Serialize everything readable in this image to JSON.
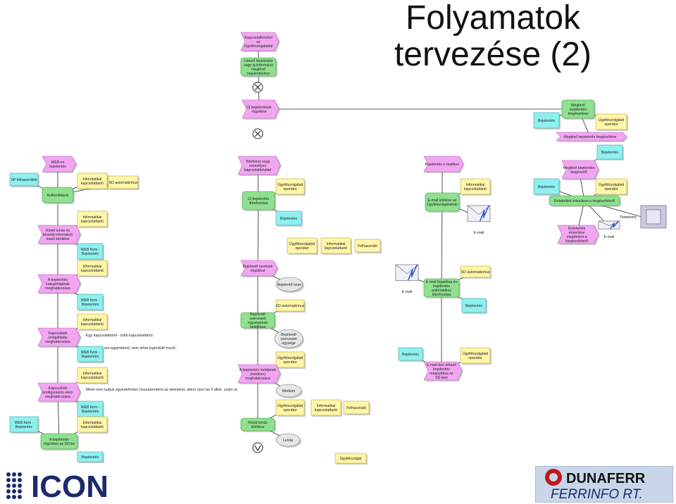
{
  "slide": {
    "title_line1": "Folyamatok",
    "title_line2": "tervezése (2)"
  },
  "logos": {
    "left": "ICON",
    "right_top": "DUNAFERR",
    "right_bottom": "FERRINFO RT."
  },
  "colors": {
    "event": "#f2a6f2",
    "function": "#8fe08f",
    "org": "#fff6a8",
    "doc": "#8ff0f0",
    "info": "#e6e6e6",
    "line": "#2a2a2a"
  },
  "nodes": [
    {
      "id": "e_top",
      "type": "event",
      "label": "Kapcsolatfelvétel az Ügyfélszolgálattal"
    },
    {
      "id": "f_letezo",
      "type": "function",
      "label": "Létező bejelentés vagy új információ meglévő bejelentéshez"
    },
    {
      "id": "e_uj",
      "type": "event",
      "label": "Új bejelentések rögzítése"
    },
    {
      "id": "f_meglevo",
      "type": "function",
      "label": "Meglévő bejelentés kiegészítése"
    },
    {
      "id": "d_bej_r1",
      "type": "doc",
      "label": "Bejelentés"
    },
    {
      "id": "o_ugyf_r1",
      "type": "org",
      "label": "Ügyfélszolgálati operátor"
    },
    {
      "id": "e_meglevo_kieg",
      "type": "event",
      "label": "Meglévő bejelentés kiegészítése"
    },
    {
      "id": "e_web",
      "type": "event",
      "label": "WEB-es bejelentés"
    },
    {
      "id": "o_sp",
      "type": "doc",
      "label": "SP felhasználók"
    },
    {
      "id": "o_info1",
      "type": "org",
      "label": "Informatikai kapcsolattartó"
    },
    {
      "id": "i_sd1",
      "type": "org",
      "label": "SD automatizmus"
    },
    {
      "id": "f_auth",
      "type": "function",
      "label": "Authentikáció"
    },
    {
      "id": "o_info2",
      "type": "org",
      "label": "Informatikai kapcsolattartó"
    },
    {
      "id": "e_rovid",
      "type": "event",
      "label": "Rövid leírás és bővebb információ mező kitöltése"
    },
    {
      "id": "d_web1",
      "type": "doc",
      "label": "WEB form - Bejelentés"
    },
    {
      "id": "o_info3",
      "type": "org",
      "label": "Informatikai kapcsolattartó"
    },
    {
      "id": "e_kateg",
      "type": "event",
      "label": "A bejelentés kategóriájának meghatározása"
    },
    {
      "id": "d_web2",
      "type": "doc",
      "label": "WEB form - Bejelentés"
    },
    {
      "id": "o_info4",
      "type": "org",
      "label": "Informatikai kapcsolattartó"
    },
    {
      "id": "e_kapcsszolg",
      "type": "event",
      "label": "Kapcsolódó szolgáltatás meghatározása"
    },
    {
      "id": "d_web3",
      "type": "doc",
      "label": "WEB form - Bejelentés"
    },
    {
      "id": "o_info5",
      "type": "org",
      "label": "Informatikai kapcsolattartó"
    },
    {
      "id": "e_kapcskonf",
      "type": "event",
      "label": "Kapcsolódó konfigurációs elem meghatározása"
    },
    {
      "id": "d_web4",
      "type": "doc",
      "label": "WEB form - Bejelentés"
    },
    {
      "id": "o_info6",
      "type": "org",
      "label": "Informatikai kapcsolattartó"
    },
    {
      "id": "d_web5",
      "type": "doc",
      "label": "WEB form - Bejelentés"
    },
    {
      "id": "f_rogz_sd",
      "type": "function",
      "label": "A bejelentés rögzítése az SD-be"
    },
    {
      "id": "d_bej_bottom",
      "type": "doc",
      "label": "Bejelentés"
    },
    {
      "id": "e_telefon",
      "type": "event",
      "label": "Telefonos vagy személyes kapcsolatfelvétel"
    },
    {
      "id": "o_ugyf_m1",
      "type": "org",
      "label": "Ügyfélszolgálati operátor"
    },
    {
      "id": "f_uj_letre",
      "type": "function",
      "label": "Új bejelentés létrehozása"
    },
    {
      "id": "d_bej_m1",
      "type": "doc",
      "label": "Bejelentés"
    },
    {
      "id": "o_ugyf_m2",
      "type": "org",
      "label": "Ügyfélszolgálati operátor"
    },
    {
      "id": "o_info_m2",
      "type": "org",
      "label": "Informatikai kapcsolattartó"
    },
    {
      "id": "o_felh_m2",
      "type": "org",
      "label": "Felhasználó"
    },
    {
      "id": "e_nev",
      "type": "event",
      "label": "Bejelentő nevének rögzítése"
    },
    {
      "id": "i_nev",
      "type": "info",
      "label": "Bejelentő neve"
    },
    {
      "id": "i_sd_m",
      "type": "org",
      "label": "SD automatizmus"
    },
    {
      "id": "f_szerv",
      "type": "function",
      "label": "Bejelentő szervezeti egységének beállítása"
    },
    {
      "id": "i_szerv",
      "type": "info",
      "label": "Bejelentő szervezeti egysége"
    },
    {
      "id": "o_ugyf_m3",
      "type": "org",
      "label": "Ügyfélszolgálati operátor"
    },
    {
      "id": "e_mod",
      "type": "event",
      "label": "A bejelentés módjának (médium) meghatározása"
    },
    {
      "id": "i_medium",
      "type": "info",
      "label": "Médium"
    },
    {
      "id": "o_ugyf_m4",
      "type": "org",
      "label": "Ügyfélszolgálati operátor"
    },
    {
      "id": "o_info_m4",
      "type": "org",
      "label": "Informatikai kapcsolattartó"
    },
    {
      "id": "o_felh_m4",
      "type": "org",
      "label": "Felhasználó"
    },
    {
      "id": "f_rovid",
      "type": "function",
      "label": "Rövid leírás kitöltése"
    },
    {
      "id": "i_leiras",
      "type": "info",
      "label": "Leírás"
    },
    {
      "id": "o_ugyf_bottom",
      "type": "org",
      "label": "Ügyfélszolgál"
    },
    {
      "id": "e_email",
      "type": "event",
      "label": "Bejelentés e-mailben"
    },
    {
      "id": "o_info_e",
      "type": "org",
      "label": "Informatikai kapcsolattartó"
    },
    {
      "id": "f_email_kuld",
      "type": "function",
      "label": "E-mail küldése az Ügyfélszolgálatnak"
    },
    {
      "id": "i_email1",
      "type": "info",
      "label": "E-mail"
    },
    {
      "id": "i_email2",
      "type": "info",
      "label": "E-mail"
    },
    {
      "id": "i_sd_e",
      "type": "org",
      "label": "SD automatizmus"
    },
    {
      "id": "f_email_fog",
      "type": "function",
      "label": "E-mail fogadása és bejelentés automatikus létrehozása"
    },
    {
      "id": "d_bej_e",
      "type": "doc",
      "label": "Bejelentés"
    },
    {
      "id": "d_bej_e2",
      "type": "doc",
      "label": "Bejelentés"
    },
    {
      "id": "o_ugyf_e2",
      "type": "org",
      "label": "Ügyfélszolgálati operátor"
    },
    {
      "id": "e_email_sd",
      "type": "event",
      "label": "E-mail-ben érkező bejelentés megnyitása az SD-ben"
    },
    {
      "id": "d_bej_r2",
      "type": "doc",
      "label": "Bejelentés"
    },
    {
      "id": "e_meglevo_kieg2",
      "type": "event",
      "label": "Meglévő bejelentés kiegészítő"
    },
    {
      "id": "d_bej_r3",
      "type": "doc",
      "label": "Bejelentés"
    },
    {
      "id": "o_ugyf_r3",
      "type": "org",
      "label": "Ügyfélszolgálati operátor"
    },
    {
      "id": "f_ertesites",
      "type": "function",
      "label": "Érdekeltek értesítése a kiegészítésről"
    },
    {
      "id": "i_tel",
      "type": "info",
      "label": "Telephone"
    },
    {
      "id": "e_ertesitve",
      "type": "event",
      "label": "Érdekeltek értesítése megtörtént a kiegészítésről"
    },
    {
      "id": "i_email_r",
      "type": "info",
      "label": "E-mail"
    }
  ],
  "notes": [
    {
      "id": "n1",
      "label": "Egy kapcsolattartó - több kapcsolattartó."
    },
    {
      "id": "n2",
      "label": "em egyértelmű, nem lehet legördülő mező.."
    },
    {
      "id": "n3",
      "label": "Mivel nem tudjuk egyértelműen hozzárendelni az elemeket, akkor írjon be ő allok. szám ot."
    }
  ]
}
